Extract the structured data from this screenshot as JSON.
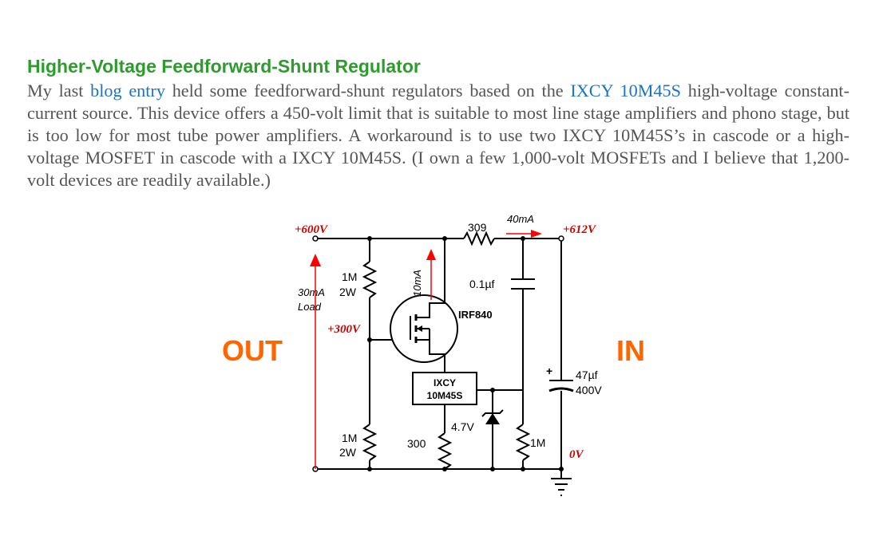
{
  "title": "Higher-Voltage Feedforward-Shunt Regulator",
  "paragraph": {
    "t1": "My last ",
    "link1": "blog entry",
    "t2": " held some feedforward-shunt regulators based on the ",
    "link2": "IXCY 10M45S",
    "t3": " high-voltage constant-current source. This device offers a 450-volt limit that is suitable to most line stage amplifiers and phono stage, but is too low for most tube power amplifiers. A workaround is to use two IXCY 10M45S’s in cascode or a high-voltage MOSFET in cascode with a IXCY 10M45S. (I own a few 1,000-volt MOSFETs and I believe that 1,200-volt devices are readily available.)"
  },
  "diagram": {
    "out_label": "OUT",
    "in_label": "IN",
    "v_out": "+600V",
    "v_in": "+612V",
    "v_mid": "+300V",
    "v_ground": "0V",
    "r_series": "309",
    "i_in": "40mA",
    "cap_small": "0.1µf",
    "mosfet": "IRF840",
    "ccs_line1": "IXCY",
    "ccs_line2": "10M45S",
    "r_top_line1": "1M",
    "r_top_line2": "2W",
    "r_bottom_line1": "1M",
    "r_bottom_line2": "2W",
    "load_current": "30mA",
    "load_label": "Load",
    "shunt_current": "10mA",
    "zener": "4.7V",
    "r_ccs": "300",
    "r_bleed": "1M",
    "cap_main_line1": "47µf",
    "cap_main_line2": "400V",
    "colors": {
      "title": "#2e9b2e",
      "link": "#1a73c8",
      "label": "#ff6600",
      "voltage": "#cc0000",
      "arrow": "#ff0000"
    }
  }
}
